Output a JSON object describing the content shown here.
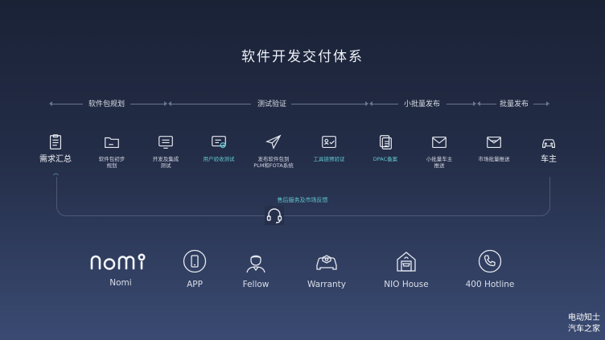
{
  "title": "软件开发交付体系",
  "phases": [
    "软件包规划",
    "测试验证",
    "小批量发布",
    "批量发布"
  ],
  "steps": [
    {
      "label": "需求汇总",
      "icon": "clipboard-icon"
    },
    {
      "label": "软件包初步\n规划",
      "icon": "folder-icon"
    },
    {
      "label": "开发及集成\n测试",
      "icon": "dev-test-icon"
    },
    {
      "label": "用户验收测试",
      "icon": "acceptance-test-icon"
    },
    {
      "label": "发布软件包到\nPLM和FOTA系统",
      "icon": "send-icon"
    },
    {
      "label": "工具链预验证",
      "icon": "checked-card-icon"
    },
    {
      "label": "DPAC备案",
      "icon": "documents-icon"
    },
    {
      "label": "小批量车主\n推送",
      "icon": "mail-icon"
    },
    {
      "label": "市场批量推送",
      "icon": "mail-open-icon"
    },
    {
      "label": "车主",
      "icon": "car-icon"
    }
  ],
  "feedback": {
    "label": "售后服务及市场反馈",
    "icon": "headset-icon"
  },
  "channels": [
    {
      "label": "Nomi",
      "logo": "nomi"
    },
    {
      "label": "APP",
      "icon": "phone-icon"
    },
    {
      "label": "Fellow",
      "icon": "fellow-person-icon"
    },
    {
      "label": "Warranty",
      "icon": "warranty-car-icon"
    },
    {
      "label": "NIO House",
      "icon": "nio-house-icon"
    },
    {
      "label": "400 Hotline",
      "icon": "phone-handset-icon"
    }
  ],
  "watermark": {
    "line1": "电动知士",
    "line2": "汽车之家"
  },
  "colors": {
    "accent": "#62c7cf",
    "text": "#e6e9f0"
  }
}
